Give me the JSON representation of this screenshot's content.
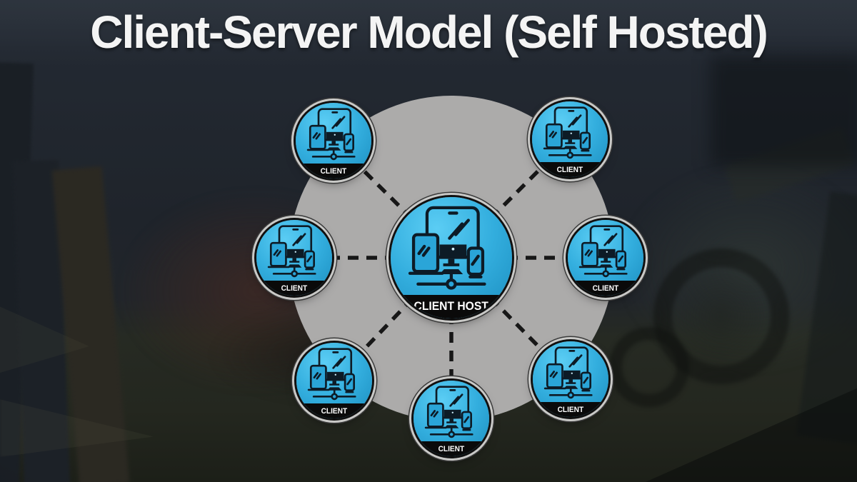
{
  "title": "Client-Server Model (Self Hosted)",
  "diagram": {
    "hub": {
      "label": "CLIENT HOST",
      "icon": "devices-network-icon"
    },
    "clients": [
      {
        "label": "CLIENT",
        "position": "top-left"
      },
      {
        "label": "CLIENT",
        "position": "top-right"
      },
      {
        "label": "CLIENT",
        "position": "left"
      },
      {
        "label": "CLIENT",
        "position": "right"
      },
      {
        "label": "CLIENT",
        "position": "bottom-left"
      },
      {
        "label": "CLIENT",
        "position": "bottom-right"
      },
      {
        "label": "CLIENT",
        "position": "bottom-center"
      }
    ]
  },
  "colors": {
    "node_fill_top": "#5bcdf4",
    "node_fill_bottom": "#1a8cbe",
    "node_band": "#0a0a0a",
    "node_ring_silver": "#c9c9c7",
    "node_ring_black": "#101010",
    "icon_stroke": "#0d1b26",
    "hub_backdrop_circle": "#acabaa",
    "connector": "#171717",
    "background_sky": "#20262e",
    "background_ground": "#24271f",
    "title_color": "#f4f4f4"
  }
}
